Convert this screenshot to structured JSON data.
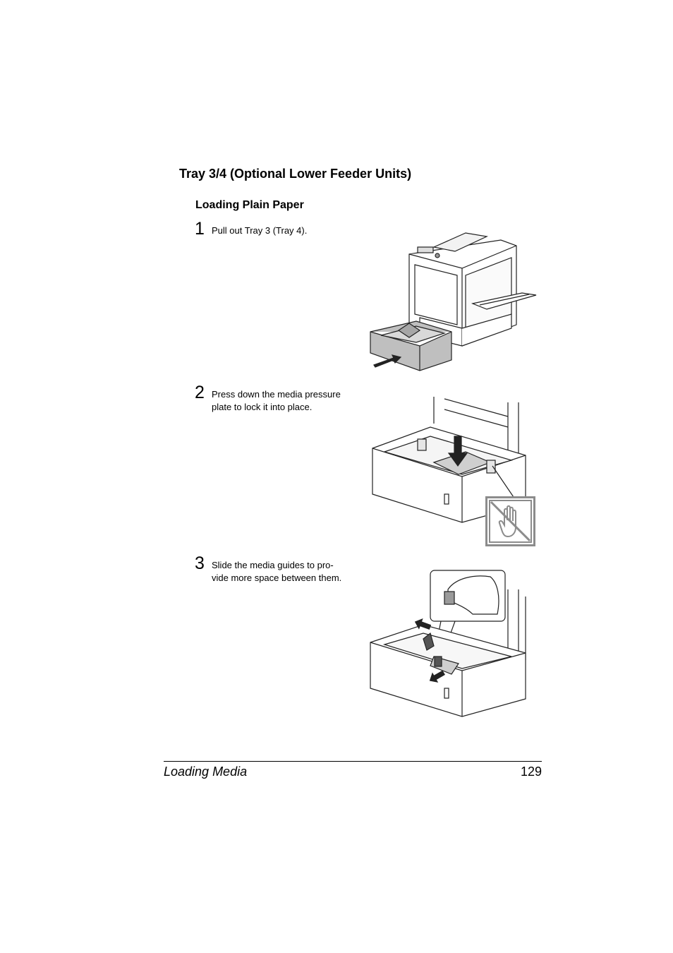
{
  "section": {
    "title": "Tray 3/4 (Optional Lower Feeder Units)"
  },
  "subsection": {
    "title": "Loading Plain Paper"
  },
  "steps": [
    {
      "number": "1",
      "lines": [
        "Pull out Tray 3 (Tray 4)."
      ]
    },
    {
      "number": "2",
      "lines": [
        "Press down the media pressure",
        "plate to lock it into place."
      ]
    },
    {
      "number": "3",
      "lines": [
        "Slide the media guides to pro-",
        "vide more space between them."
      ]
    }
  ],
  "footer": {
    "chapter": "Loading Media",
    "page_number": "129"
  },
  "figures": {
    "fig1_icon": "printer-tray-pull-out-illustration",
    "fig2_icon": "press-pressure-plate-illustration",
    "fig2_warning_icon": "do-not-touch-hand-icon",
    "fig3_icon": "slide-media-guides-illustration"
  }
}
